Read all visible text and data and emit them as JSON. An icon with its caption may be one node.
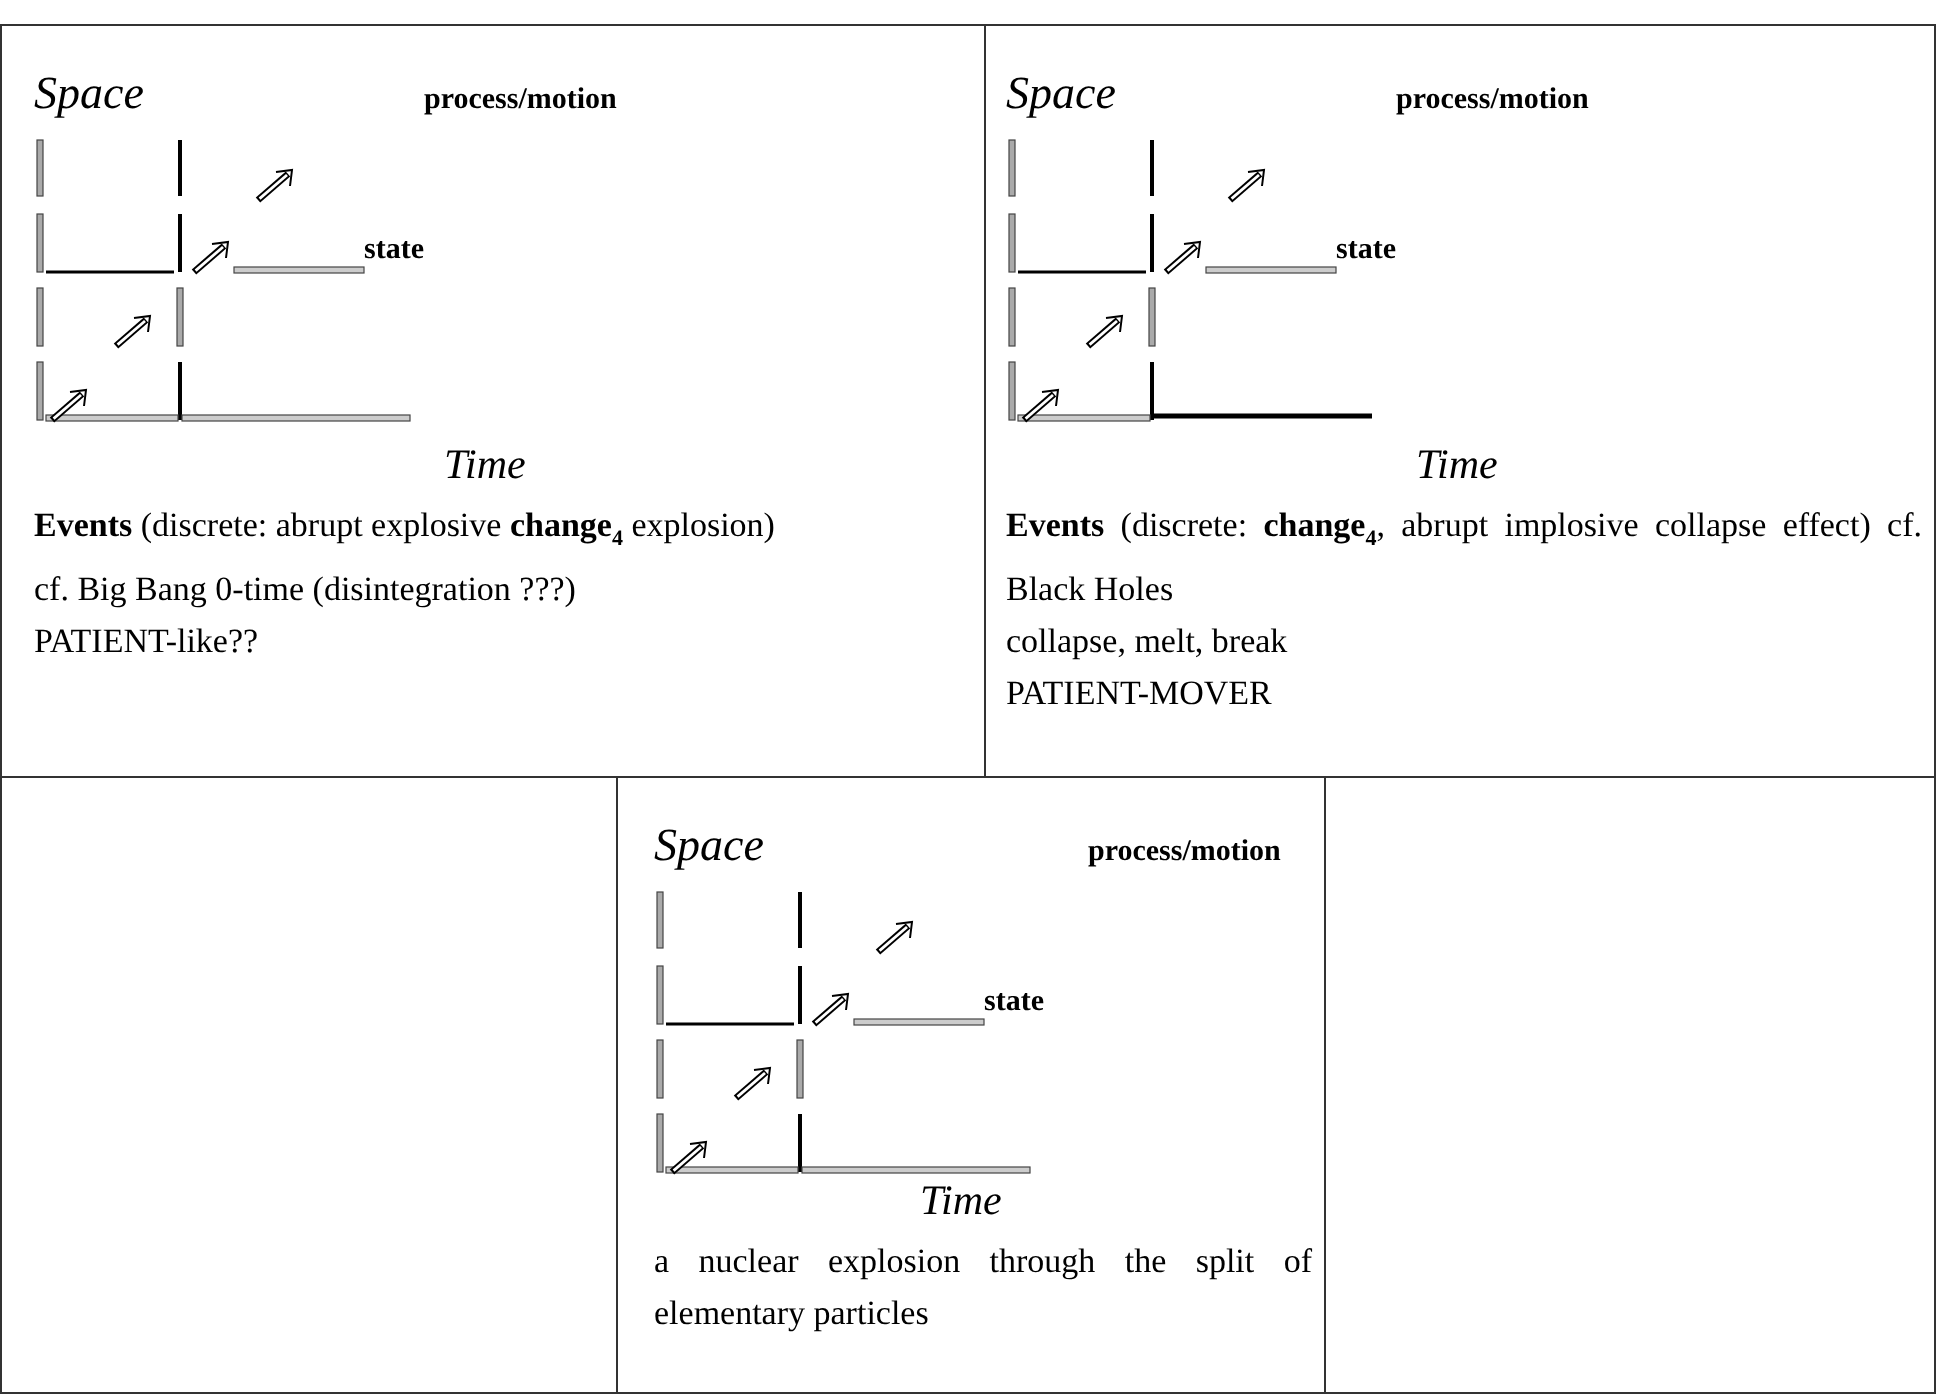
{
  "diagram": {
    "labels": [
      "Space",
      "process/motion",
      "state",
      "Time",
      "**Events** (discrete: abrupt explosive **change**$_{4}$ explosion)",
      "cf. Big Bang 0-time (disintegration ???)",
      "PATIENT-like??",
      "Space",
      "process/motion",
      "state",
      "Time",
      "**Events** (discrete: **change**$_{4}$, abrupt implosive collapse effect) cf. Black Holes",
      "collapse, melt, break",
      "PATIENT-MOVER",
      "Space",
      "process/motion",
      "state",
      "Time",
      "a nuclear explosion through the split of elementary particles"
    ]
  }
}
